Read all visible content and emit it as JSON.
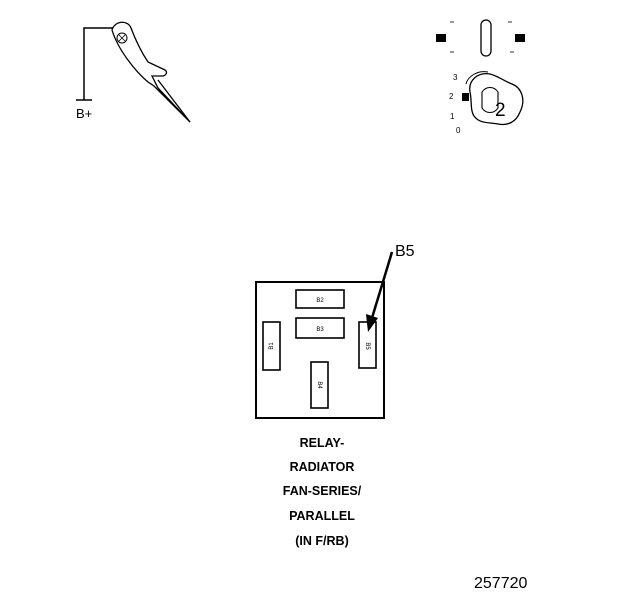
{
  "probe": {
    "supply_label": "B+"
  },
  "ignition": {
    "positions": [
      "3",
      "2",
      "1",
      "0"
    ],
    "selected_label": "2"
  },
  "relay": {
    "terminals": [
      "B1",
      "B2",
      "B3",
      "B4",
      "B5"
    ],
    "callout": "B5",
    "caption_lines": [
      "RELAY-",
      "RADIATOR",
      "FAN-SERIES/",
      "PARALLEL",
      "(IN F/RB)"
    ]
  },
  "figure_number": "257720"
}
